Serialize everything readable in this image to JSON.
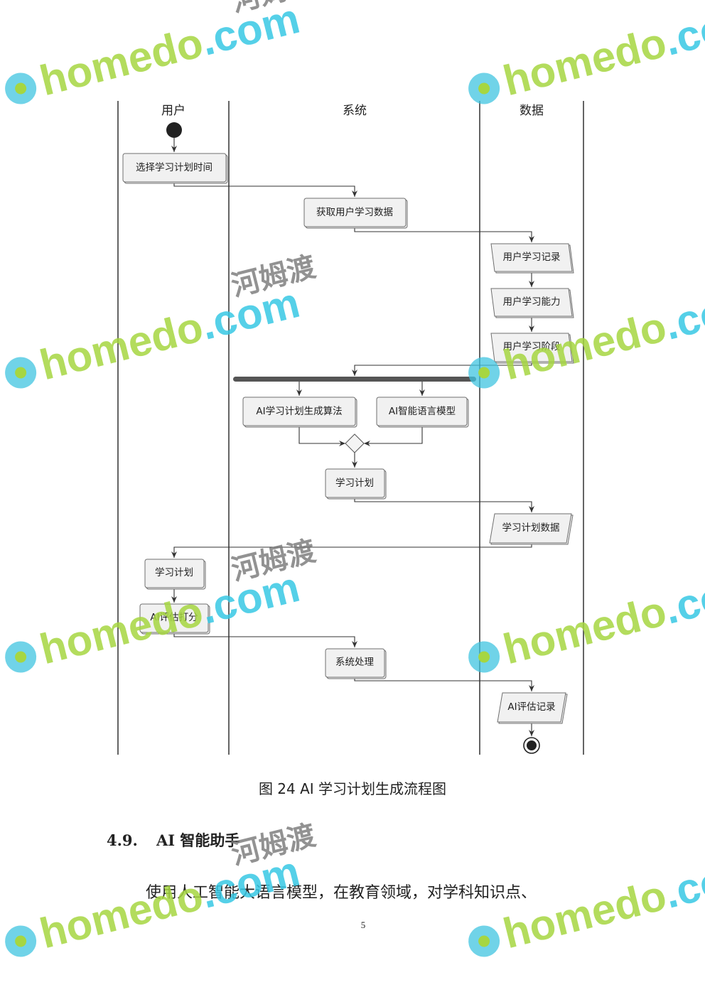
{
  "diagram": {
    "lanes": [
      "用户",
      "系统",
      "数据"
    ],
    "nodes": {
      "choose_time": "选择学习计划时间",
      "get_user_data": "获取用户学习数据",
      "record": "用户学习记录",
      "ability": "用户学习能力",
      "stage": "用户学习阶段",
      "algo": "AI学习计划生成算法",
      "llm": "AI智能语言模型",
      "plan_sys": "学习计划",
      "plan_data": "学习计划数据",
      "plan_user": "学习计划",
      "ai_score": "AI评估打分",
      "sys_process": "系统处理",
      "ai_record": "AI评估记录"
    }
  },
  "caption": "图  24 AI 学习计划生成流程图",
  "section": {
    "number": "4.9.",
    "title": "AI 智能助手"
  },
  "paragraph": "使用人工智能大语言模型，在教育领域，对学科知识点、",
  "page_number": "5",
  "watermark": {
    "brand": "homedo",
    "com": ".com",
    "cn": "河姆渡"
  }
}
